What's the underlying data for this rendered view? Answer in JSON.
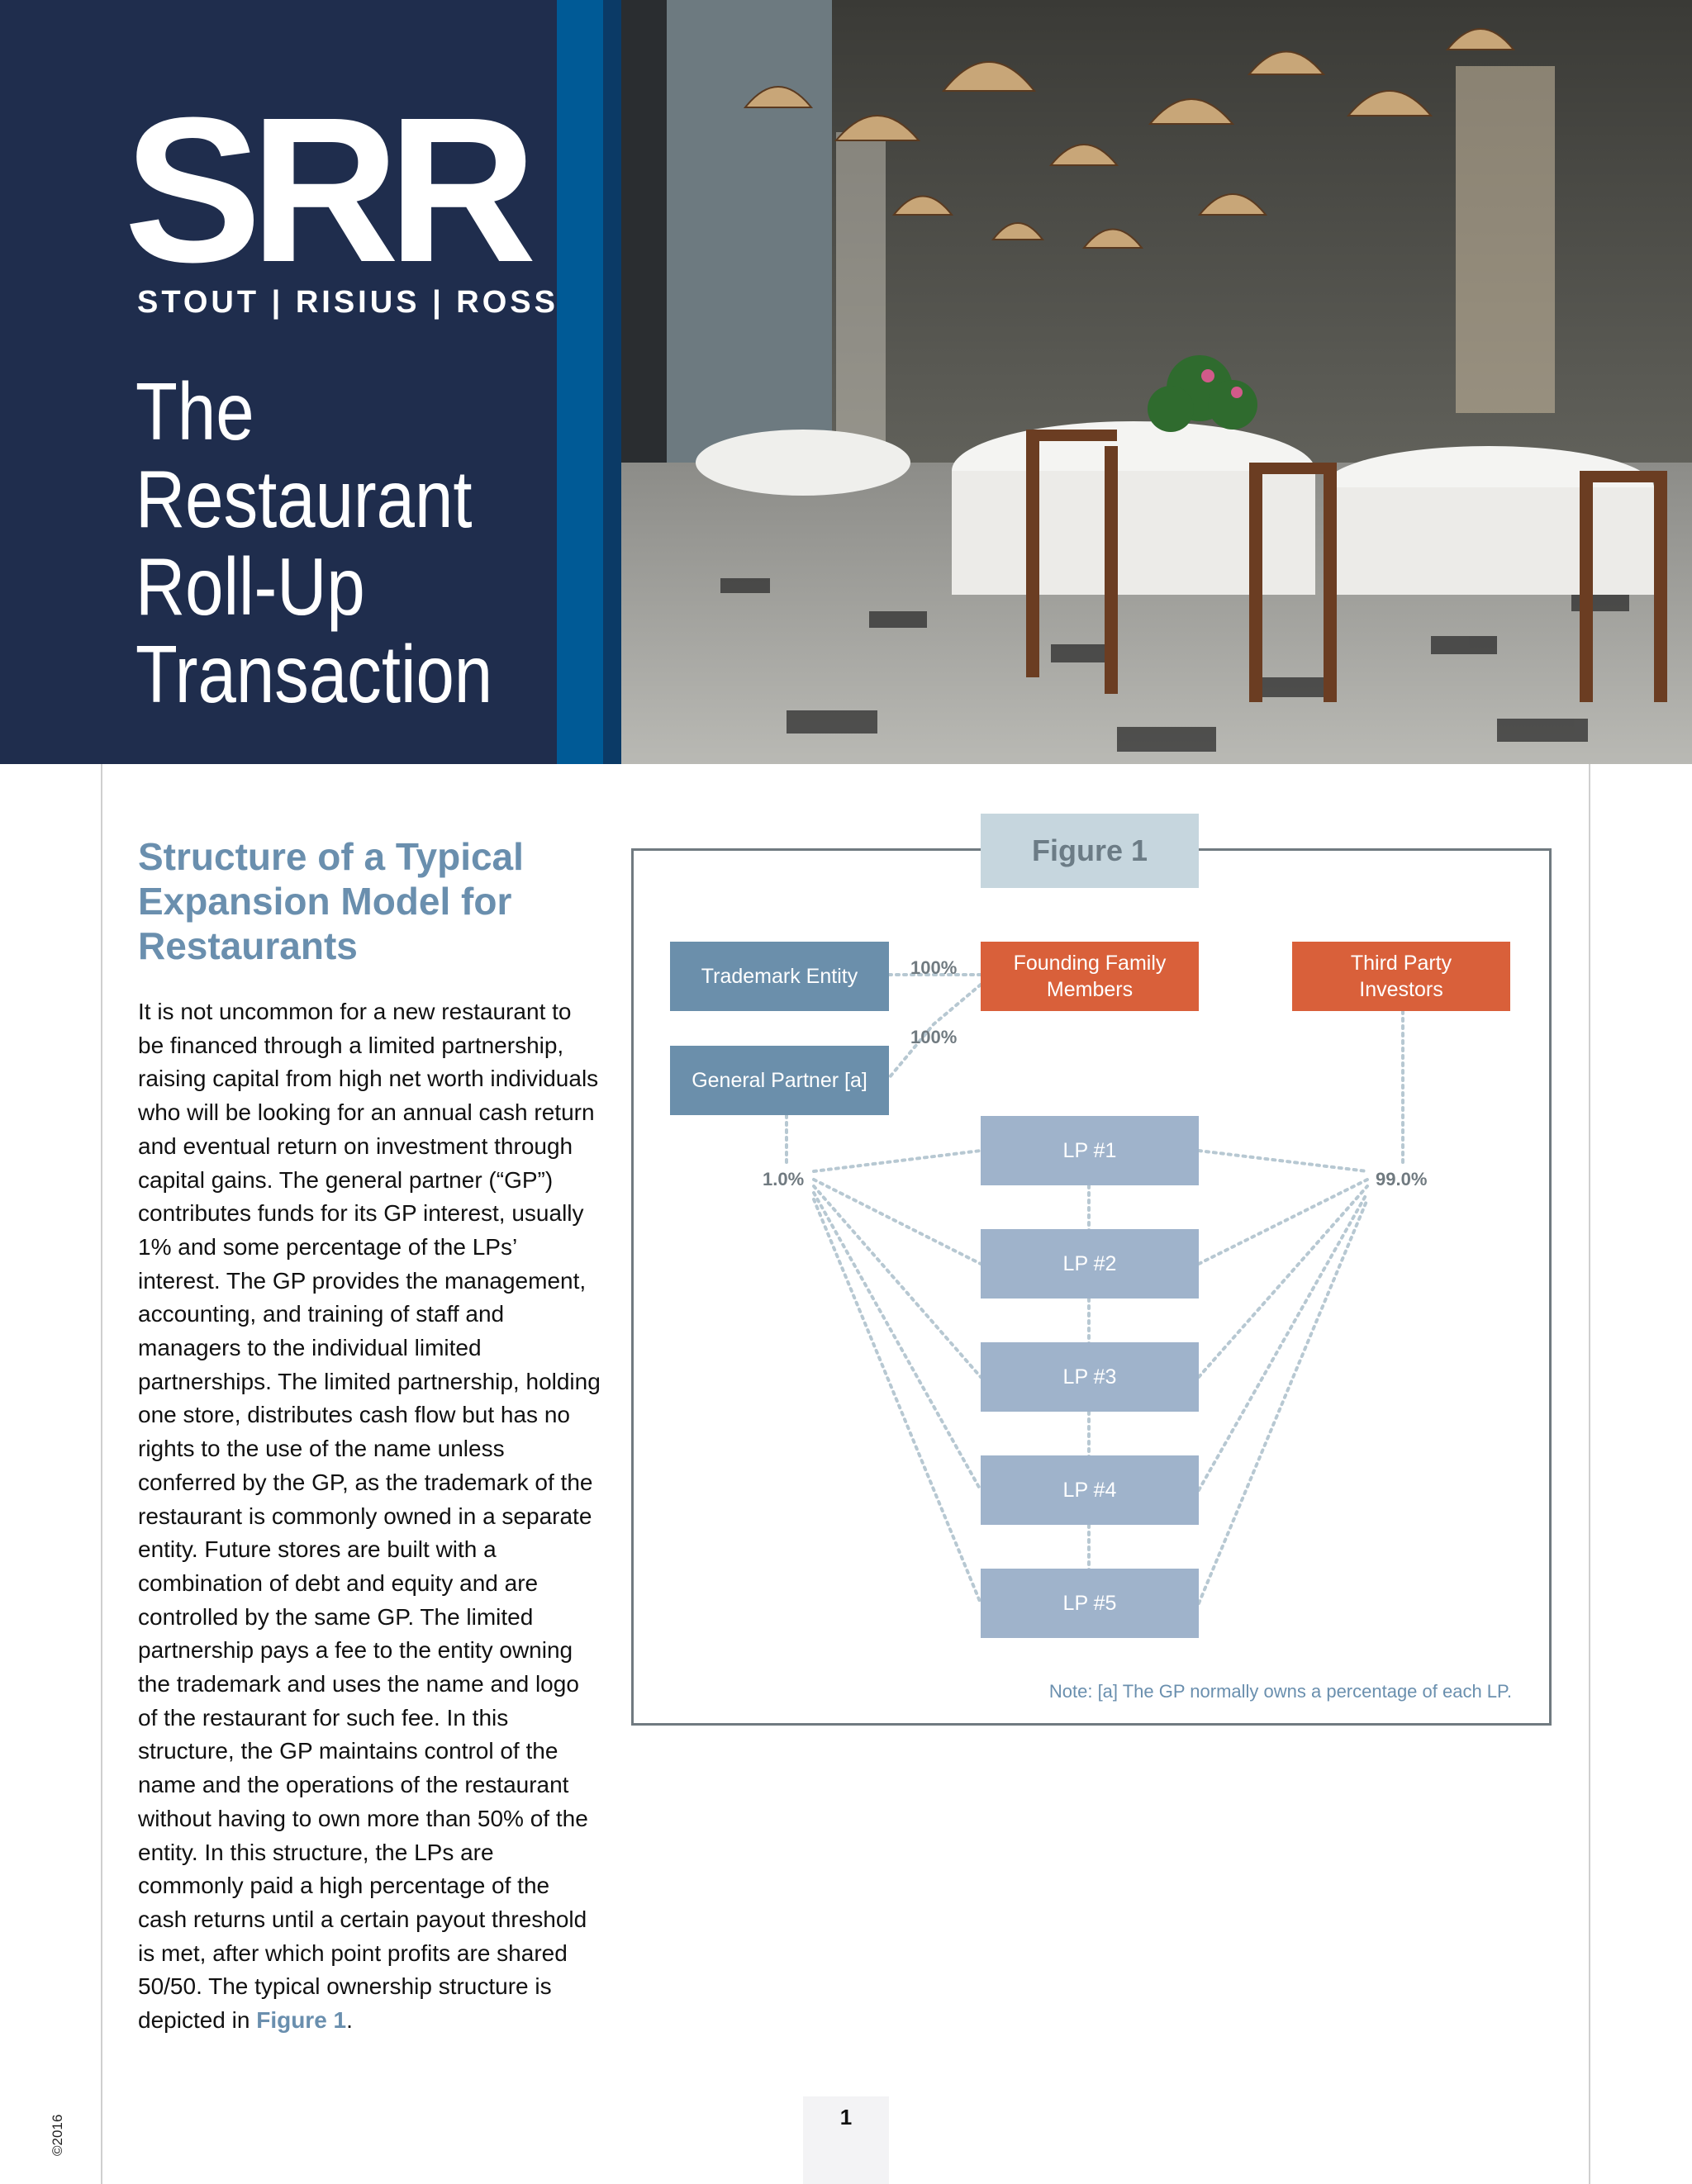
{
  "header": {
    "logo_mark": "SRR",
    "logo_subtitle": "STOUT | RISIUS | ROSS",
    "title_lines": [
      "The",
      "Restaurant",
      "Roll-Up",
      "Transaction"
    ]
  },
  "section": {
    "title": "Structure of a Typical Expansion Model for Restaurants",
    "body": "It is not uncommon for a new restaurant to be financed through a limited partnership, raising capital from high net worth individuals who will be looking for an annual cash return and eventual return on investment through capital gains. The general partner (“GP”) contributes funds for its GP interest, usually 1% and some percentage of the LPs’ interest. The GP provides the management, accounting, and training of staff and managers to the individual limited partnerships. The limited partnership, holding one store, distributes cash flow but has no rights to the use of the name unless conferred by the GP, as the trademark of the restaurant is commonly owned in a separate entity. Future stores are built with a combination of debt and equity and are controlled by the same GP. The limited partnership pays a fee to the entity owning the trademark and uses the name and logo of the restaurant for such fee. In this structure, the GP maintains control of the name and the operations of the restaurant without having to own more than 50% of the entity. In this structure, the LPs are commonly paid a high percentage of the cash returns until a certain payout threshold is met, after which point profits are shared 50/50. The typical ownership structure is depicted in",
    "figure_ref": "Figure 1",
    "end_punct": "."
  },
  "figure": {
    "tab_label": "Figure 1",
    "nodes": {
      "trademark": "Trademark Entity",
      "gp": "General Partner [a]",
      "founding": "Founding Family Members",
      "third_party": "Third Party Investors",
      "lp1": "LP #1",
      "lp2": "LP #2",
      "lp3": "LP #3",
      "lp4": "LP #4",
      "lp5": "LP #5"
    },
    "percentages": {
      "founding_to_trademark": "100%",
      "founding_to_gp": "100%",
      "gp_to_lps": "1.0%",
      "investors_to_lps": "99.0%"
    },
    "note": "Note: [a] The GP normally owns a percentage of each LP.",
    "colors": {
      "entity": "#6b8fab",
      "family": "#d9603a",
      "lp": "#9fb3cb",
      "connector": "#b7c8d2"
    }
  },
  "footer": {
    "copyright": "©2016",
    "page_number": "1"
  }
}
